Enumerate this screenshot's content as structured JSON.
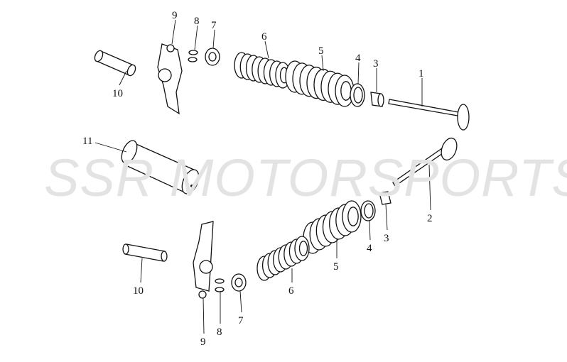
{
  "watermark": "SSR MOTORSPORTS",
  "callouts": {
    "top": [
      "9",
      "8",
      "7",
      "6",
      "5",
      "4",
      "3",
      "1",
      "10"
    ],
    "middle": [
      "11",
      "2"
    ],
    "bottom": [
      "3",
      "4",
      "5",
      "6",
      "10",
      "7",
      "8",
      "9"
    ]
  },
  "colors": {
    "line": "#111111",
    "watermark": "#e3e3e3",
    "background": "#ffffff"
  }
}
